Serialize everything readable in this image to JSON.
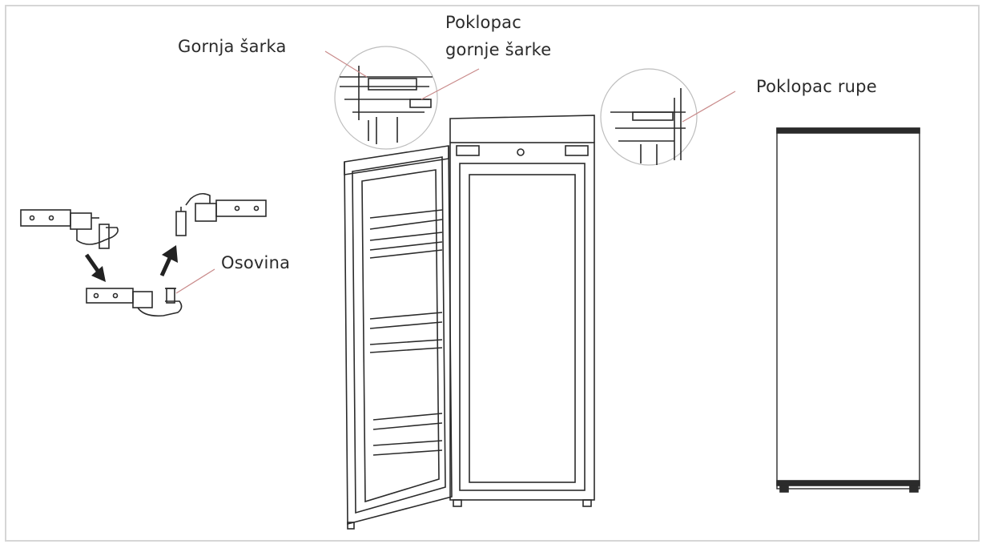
{
  "labels": {
    "top_hinge": "Gornja šarka",
    "top_hinge_cover_line1": "Poklopac",
    "top_hinge_cover_line2": "gornje šarke",
    "hole_cover": "Poklopac rupe",
    "pin": "Osovina"
  },
  "colors": {
    "line": "#2b2b2b",
    "leader": "#c98a8a",
    "frame": "#d6d6d6",
    "text": "#2b2b2b"
  },
  "icons": {
    "arrow_down": "arrow-down-right-icon",
    "arrow_up": "arrow-up-right-icon"
  }
}
